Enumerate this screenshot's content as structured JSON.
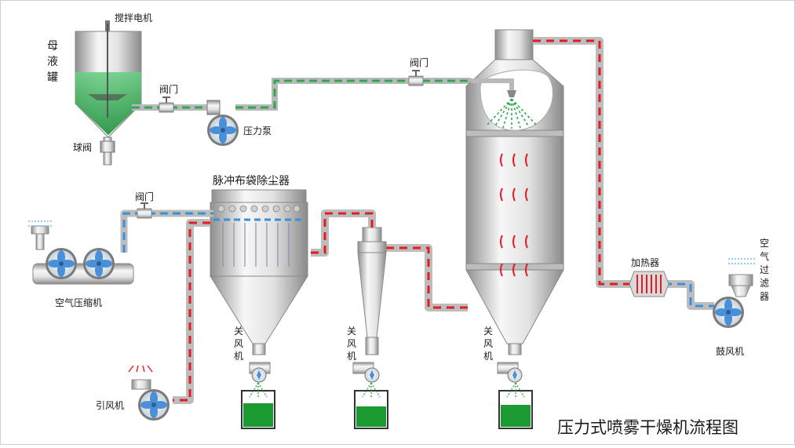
{
  "labels": {
    "stir_motor": "搅拌电机",
    "mother_tank": "母液罐",
    "valve_tank": "阀门",
    "ball_valve": "球阀",
    "pressure_pump": "压力泵",
    "valve_top": "阀门",
    "valve_compressor": "阀门",
    "bag_filter": "脉冲布袋除尘器",
    "air_compressor": "空气压缩机",
    "rotary_valve_1": "关风机",
    "rotary_valve_2": "关风机",
    "rotary_valve_3": "关风机",
    "induced_fan": "引风机",
    "heater": "加热器",
    "air_filter": "空气过滤器",
    "blower": "鼓风机"
  },
  "title": "压力式喷雾干燥机流程图",
  "colors": {
    "liquid": "#2fa84f",
    "hot_air": "#e31b23",
    "cold_air": "#3a8fd6",
    "steel_light": "#f2f2f2",
    "steel_dark": "#9a9a9a",
    "fan_blade": "#4a90d9"
  },
  "icons": [
    "fan-icon",
    "valve-icon",
    "spray-nozzle-icon"
  ]
}
